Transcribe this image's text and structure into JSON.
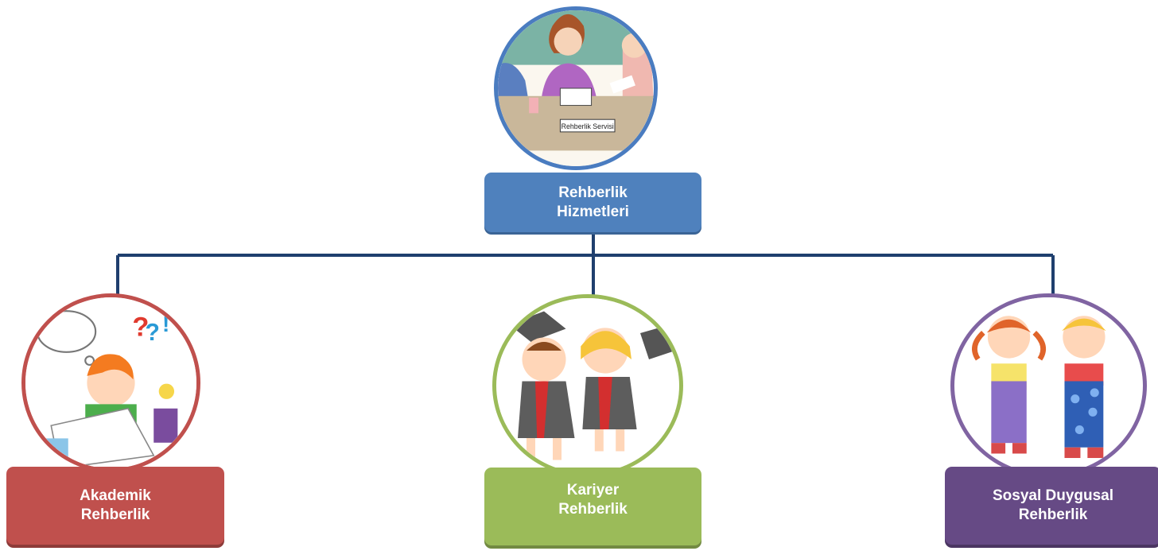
{
  "root": {
    "line1": "Rehberlik",
    "line2": "Hizmetleri",
    "image_caption": "Rehberlik Servisi",
    "color": "#4f81bd"
  },
  "children": [
    {
      "line1": "Akademik",
      "line2": "Rehberlik",
      "color": "#c0504d"
    },
    {
      "line1": "Kariyer",
      "line2": "Rehberlik",
      "color": "#9bbb59"
    },
    {
      "line1": "Sosyal Duygusal",
      "line2": "Rehberlik",
      "color": "#664a85"
    }
  ],
  "connector_color": "#1f3f6e"
}
